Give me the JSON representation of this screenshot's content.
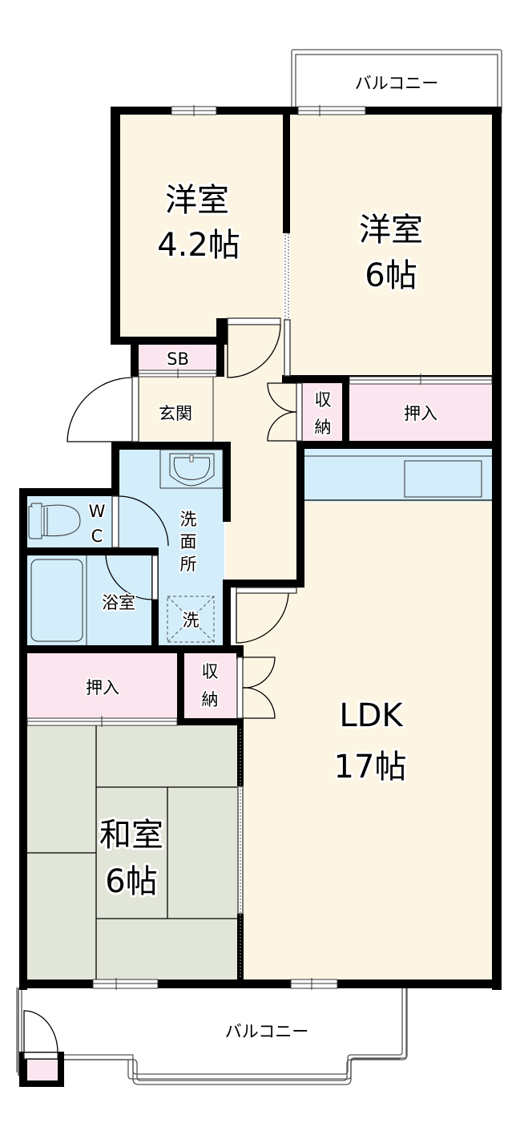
{
  "floorplan": {
    "colors": {
      "wall": "#000000",
      "floor_western": "#fdf5e3",
      "storage": "#fbe6ef",
      "wet_area": "#d3eefa",
      "tatami": "#e1e6d8",
      "balcony": "#ffffff"
    },
    "rooms": {
      "western_room_1": {
        "name": "洋室",
        "size": "4.2帖"
      },
      "western_room_2": {
        "name": "洋室",
        "size": "6帖"
      },
      "ldk": {
        "name": "LDK",
        "size": "17帖"
      },
      "japanese_room": {
        "name": "和室",
        "size": "6帖"
      },
      "entrance": {
        "name": "玄関"
      },
      "shoe_box": {
        "name": "SB"
      },
      "washroom": {
        "name_lines": [
          "洗",
          "面",
          "所"
        ]
      },
      "washer": {
        "name": "洗"
      },
      "bathroom": {
        "name": "浴室"
      },
      "toilet": {
        "name_lines": [
          "W",
          "C"
        ]
      },
      "closet_upper": {
        "name": "押入"
      },
      "closet_lower": {
        "name": "押入"
      },
      "storage_upper": {
        "name_lines": [
          "収",
          "納"
        ]
      },
      "storage_lower": {
        "name_lines": [
          "収",
          "納"
        ]
      }
    },
    "balconies": {
      "top": {
        "name": "バルコニー"
      },
      "bottom": {
        "name": "バルコニー"
      }
    }
  }
}
